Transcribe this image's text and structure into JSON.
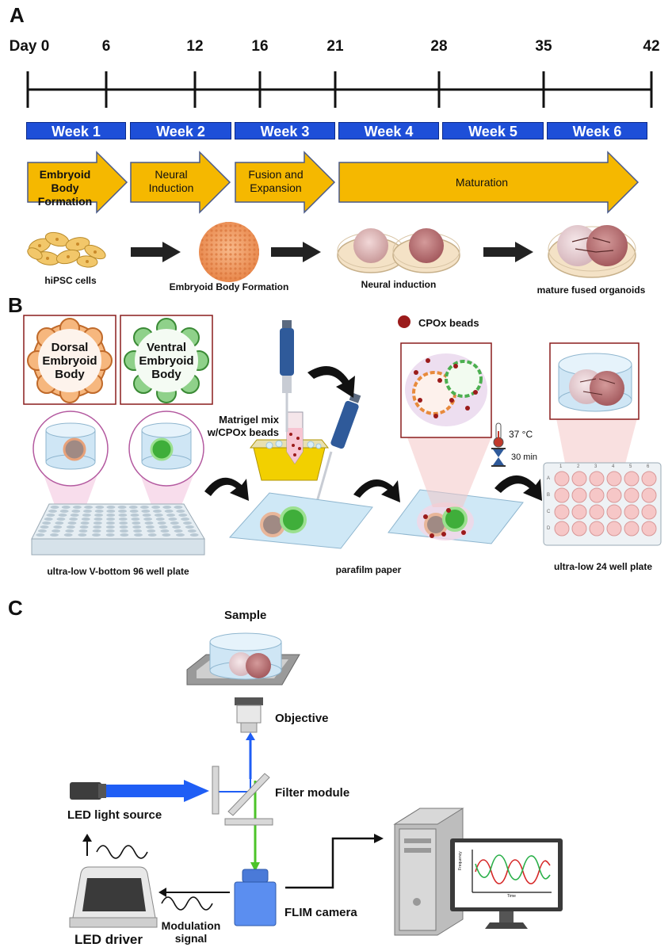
{
  "panels": {
    "a": "A",
    "b": "B",
    "c": "C"
  },
  "timeline": {
    "days": [
      "Day 0",
      "6",
      "12",
      "16",
      "21",
      "28",
      "35",
      "42"
    ],
    "weeks": [
      "Week 1",
      "Week 2",
      "Week 3",
      "Week 4",
      "Week 5",
      "Week 6"
    ],
    "stages": {
      "embryoid": [
        "Embryoid Body",
        "Formation"
      ],
      "neural": [
        "Neural",
        "Induction"
      ],
      "fusion": [
        "Fusion and",
        "Expansion"
      ],
      "maturation": "Maturation"
    },
    "captions": {
      "hipsc": "hiPSC cells",
      "eb": "Embryoid Body Formation",
      "neural": "Neural induction",
      "mature": "mature fused organoids"
    }
  },
  "panel_b": {
    "dorsal": [
      "Dorsal",
      "Embryoid",
      "Body"
    ],
    "ventral": [
      "Ventral",
      "Embryoid",
      "Body"
    ],
    "matrigel": [
      "Matrigel mix",
      "w/CPOx beads"
    ],
    "beads_legend": "CPOx beads",
    "temp": "37 °C",
    "time": "30 min",
    "plate96": "ultra-low V-bottom 96 well plate",
    "parafilm": "parafilm paper",
    "plate24": "ultra-low 24 well plate",
    "plate24_cols": [
      "1",
      "2",
      "3",
      "4",
      "5",
      "6"
    ],
    "plate24_rows": [
      "A",
      "B",
      "C",
      "D"
    ]
  },
  "panel_c": {
    "sample": "Sample",
    "objective": "Objective",
    "filter": "Filter module",
    "led_source": "LED light source",
    "led_driver": "LED driver",
    "modulation": [
      "Modulation",
      "signal"
    ],
    "flim": "FLIM camera",
    "plot_y": "Frequency",
    "plot_x": "Time"
  },
  "colors": {
    "week_blue": "#1e4fd8",
    "stage_arrow": "#f5b800",
    "dorsal_orange": "#e88a3c",
    "ventral_green": "#4caf50",
    "bead_red": "#9b1b1b",
    "light_blue": "#1f5ef5",
    "emission_green": "#4cc429"
  }
}
